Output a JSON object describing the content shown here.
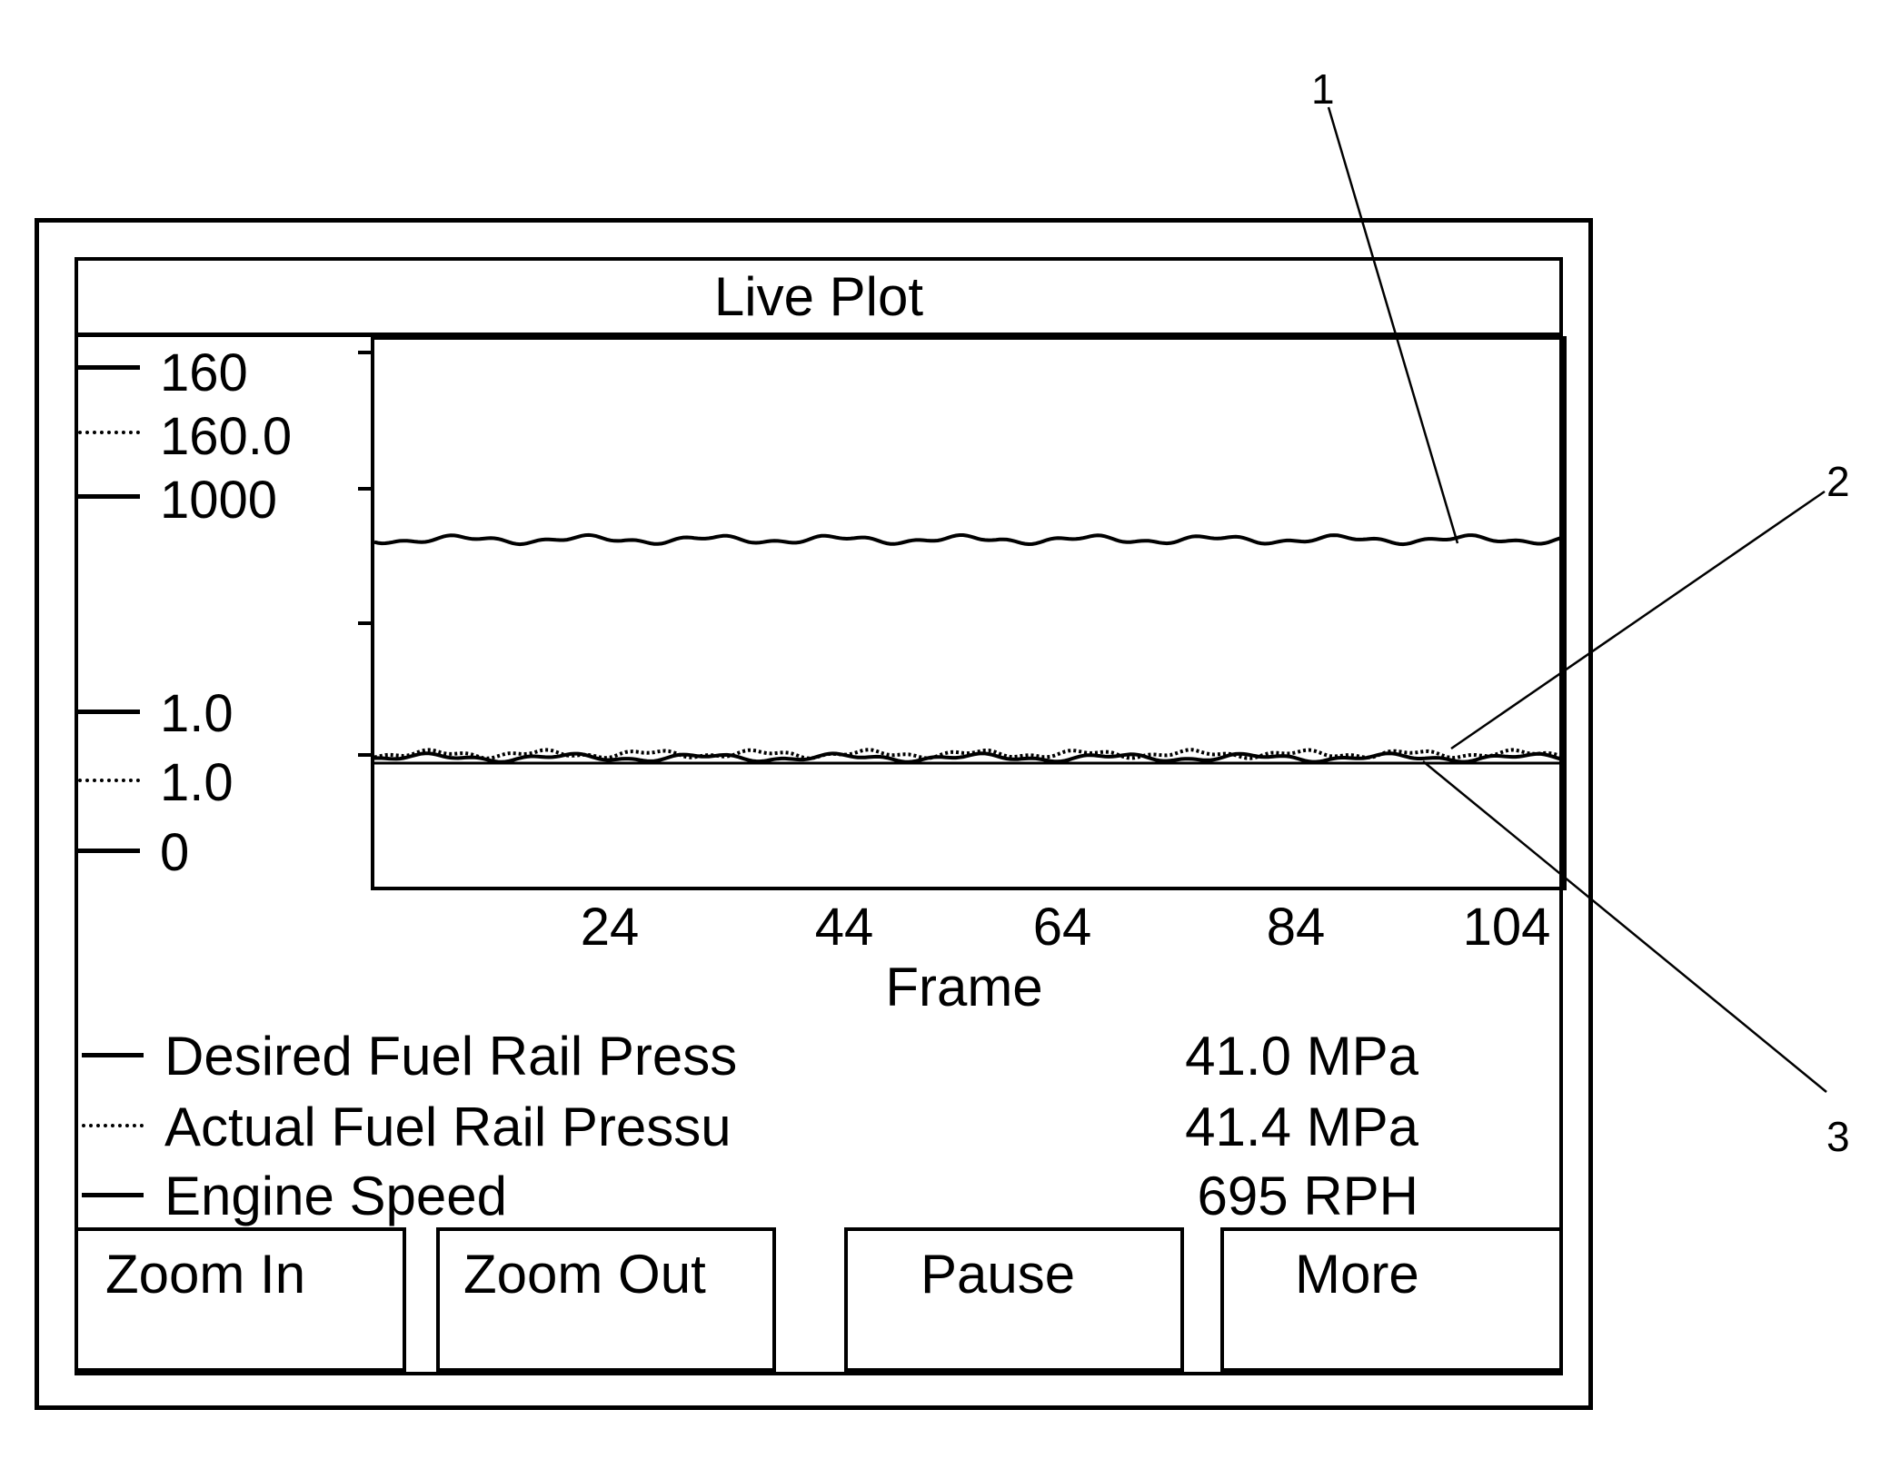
{
  "screen": {
    "title": "Live Plot"
  },
  "y_axis_labels": [
    {
      "text": "160",
      "style": "solid"
    },
    {
      "text": "160.0",
      "style": "dotted"
    },
    {
      "text": "1000",
      "style": "solid"
    },
    {
      "text": "1.0",
      "style": "solid"
    },
    {
      "text": "1.0",
      "style": "dotted"
    },
    {
      "text": "0",
      "style": "solid"
    }
  ],
  "chart_data": {
    "type": "line",
    "x": [
      24,
      44,
      64,
      84,
      104
    ],
    "x_tick_labels": [
      "24",
      "44",
      "64",
      "84",
      "104"
    ],
    "xlabel": "Frame",
    "series": [
      {
        "name": "Engine Speed",
        "style": "solid",
        "level": "upper",
        "values_description": "flat near upper trace"
      },
      {
        "name": "Actual Fuel Rail Pressu",
        "style": "dotted",
        "level": "lower"
      },
      {
        "name": "Desired Fuel Rail Press",
        "style": "solid",
        "level": "lower"
      }
    ],
    "grid": false
  },
  "legend": [
    {
      "name": "Desired Fuel Rail Press",
      "value": "41.0 MPa",
      "style": "solid"
    },
    {
      "name": "Actual Fuel Rail Pressu",
      "value": "41.4 MPa",
      "style": "dotted"
    },
    {
      "name": "Engine Speed",
      "value": "695 RPH",
      "style": "solid"
    }
  ],
  "buttons": {
    "zoom_in": "Zoom In",
    "zoom_out": "Zoom Out",
    "pause": "Pause",
    "more": "More"
  },
  "callouts": [
    "1",
    "2",
    "3"
  ]
}
